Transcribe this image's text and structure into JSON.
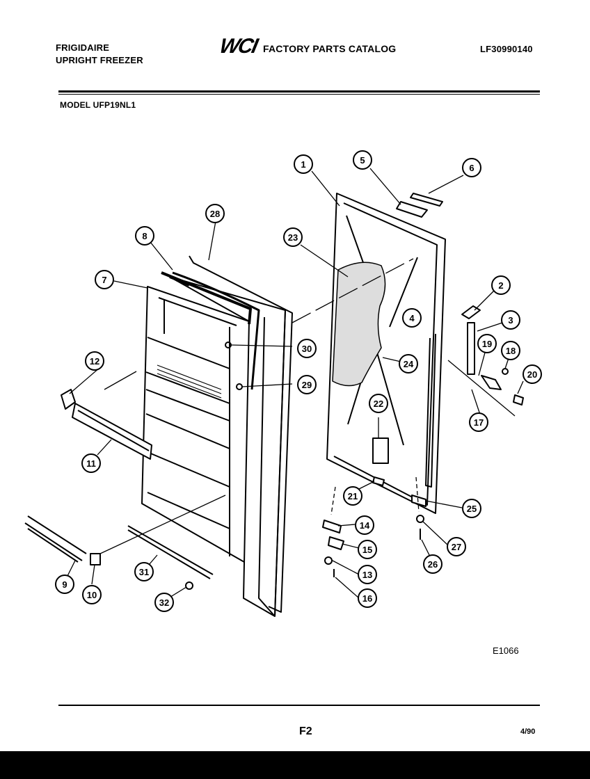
{
  "header": {
    "brand_line1": "FRIGIDAIRE",
    "brand_line2": "UPRIGHT FREEZER",
    "logo": "WCI",
    "catalog_title": "FACTORY PARTS CATALOG",
    "catalog_number": "LF30990140",
    "model": "MODEL UFP19NL1"
  },
  "footer": {
    "diagram_code": "E1066",
    "page": "F2",
    "date": "4/90"
  },
  "callouts": [
    "1",
    "2",
    "3",
    "4",
    "5",
    "6",
    "7",
    "8",
    "9",
    "10",
    "11",
    "12",
    "13",
    "14",
    "15",
    "16",
    "17",
    "18",
    "19",
    "20",
    "21",
    "22",
    "23",
    "24",
    "25",
    "26",
    "27",
    "28",
    "29",
    "30",
    "31",
    "32"
  ]
}
